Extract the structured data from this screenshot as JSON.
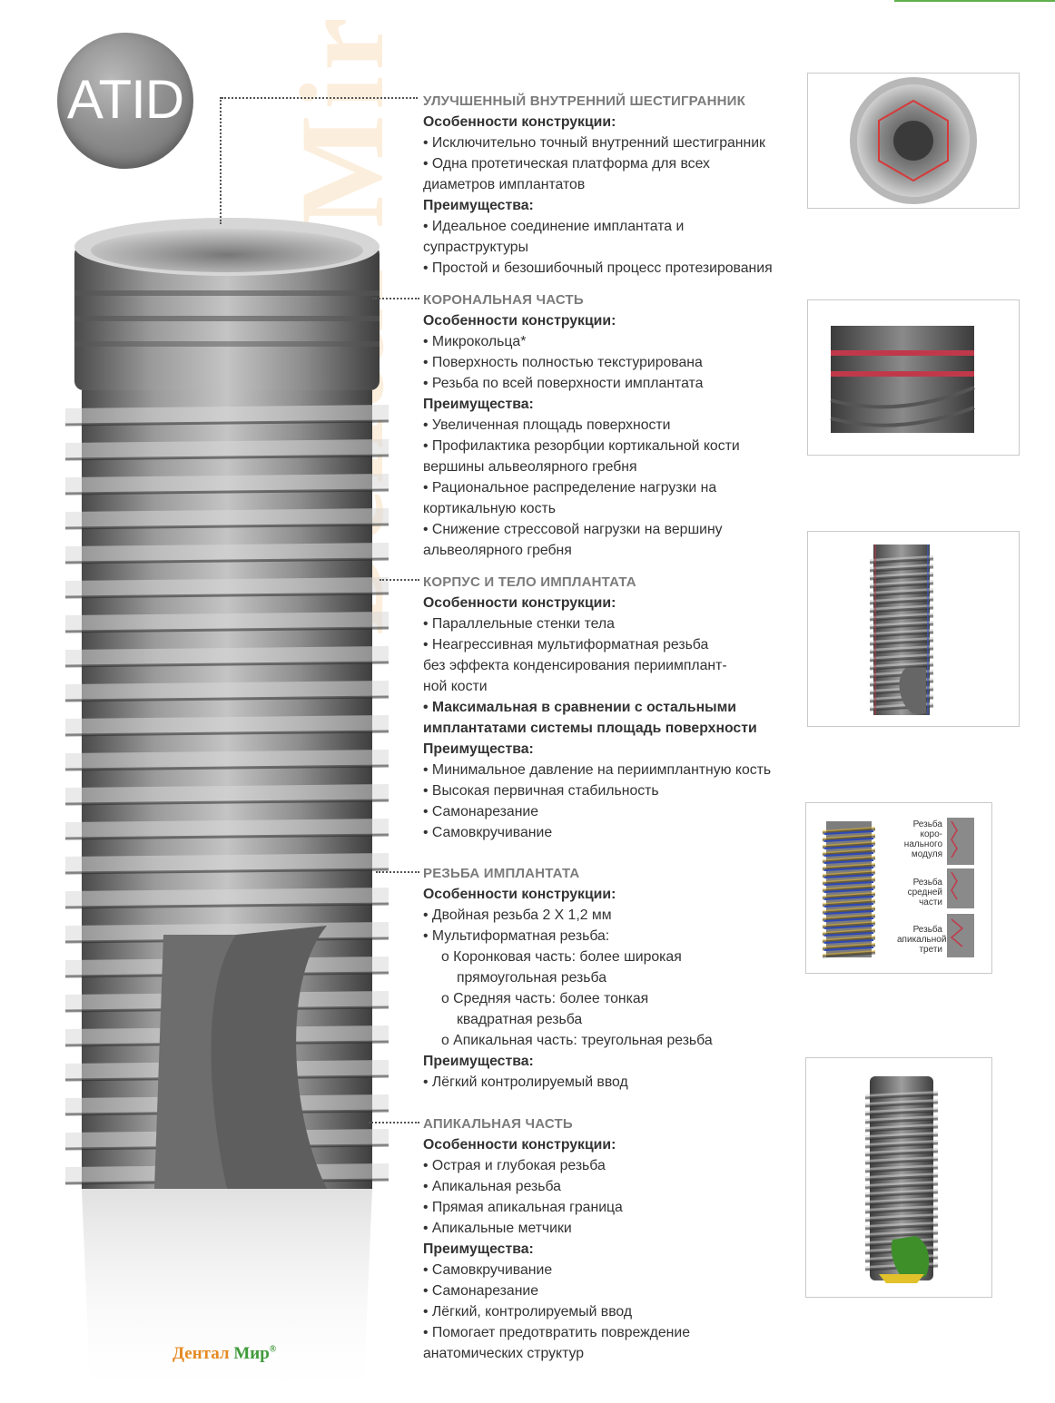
{
  "badge": {
    "text": "ATID"
  },
  "sections": [
    {
      "title": "УЛУЧШЕННЫЙ ВНУТРЕННИЙ ШЕСТИГРАННИК",
      "lines": [
        {
          "text": "Особенности конструкции:",
          "type": "sub"
        },
        {
          "text": "• Исключительно точный внутренний шестигранник",
          "type": "item"
        },
        {
          "text": "• Одна протетическая платформа для всех",
          "type": "item"
        },
        {
          "text": "диаметров имплантатов",
          "type": "item"
        },
        {
          "text": "Преимущества:",
          "type": "sub"
        },
        {
          "text": "• Идеальное соединение имплантата и",
          "type": "item"
        },
        {
          "text": "супраструктуры",
          "type": "item"
        },
        {
          "text": "• Простой и безошибочный процесс протезирования",
          "type": "item"
        }
      ]
    },
    {
      "title": "КОРОНАЛЬНАЯ ЧАСТЬ",
      "lines": [
        {
          "text": "Особенности конструкции:",
          "type": "sub"
        },
        {
          "text": "• Микрокольца*",
          "type": "item"
        },
        {
          "text": "• Поверхность полностью текстурирована",
          "type": "item"
        },
        {
          "text": "• Резьба по всей поверхности имплантата",
          "type": "item"
        },
        {
          "text": "Преимущества:",
          "type": "sub"
        },
        {
          "text": "• Увеличенная площадь поверхности",
          "type": "item"
        },
        {
          "text": "• Профилактика резорбции кортикальной кости",
          "type": "item"
        },
        {
          "text": "вершины альвеолярного гребня",
          "type": "item"
        },
        {
          "text": "• Рациональное распределение нагрузки на",
          "type": "item"
        },
        {
          "text": "кортикальную кость",
          "type": "item"
        },
        {
          "text": "• Снижение стрессовой нагрузки на вершину",
          "type": "item"
        },
        {
          "text": "альвеолярного гребня",
          "type": "item"
        }
      ]
    },
    {
      "title": "КОРПУС И ТЕЛО ИМПЛАНТАТА",
      "lines": [
        {
          "text": "Особенности конструкции:",
          "type": "sub"
        },
        {
          "text": "•  Параллельные стенки тела",
          "type": "item"
        },
        {
          "text": "•  Неагрессивная мультиформатная резьба",
          "type": "item"
        },
        {
          "text": " без эффекта конденсирования периимплант-",
          "type": "item"
        },
        {
          "text": "ной кости",
          "type": "item"
        },
        {
          "text": "•  Максимальная в сравнении с остальными",
          "type": "bold"
        },
        {
          "text": "имплантатами системы площадь поверхности",
          "type": "bold"
        },
        {
          "text": "Преимущества:",
          "type": "sub"
        },
        {
          "text": "•  Минимальное давление на периимплантную кость",
          "type": "item"
        },
        {
          "text": "• Высокая первичная стабильность",
          "type": "item"
        },
        {
          "text": "• Самонарезание",
          "type": "item"
        },
        {
          "text": "• Самовкручивание",
          "type": "item"
        }
      ]
    },
    {
      "title": "РЕЗЬБА ИМПЛАНТАТА",
      "lines": [
        {
          "text": "Особенности конструкции:",
          "type": "sub"
        },
        {
          "text": "• Двойная резьба 2 Х 1,2 мм",
          "type": "item"
        },
        {
          "text": "• Мультиформатная резьба:",
          "type": "item"
        },
        {
          "text": "o  Коронковая часть: более широкая",
          "type": "o1"
        },
        {
          "text": "прямоугольная резьба",
          "type": "o2"
        },
        {
          "text": "o Средняя часть: более тонкая",
          "type": "o1"
        },
        {
          "text": "квадратная резьба",
          "type": "o2"
        },
        {
          "text": "o Апикальная часть: треугольная резьба",
          "type": "o1"
        },
        {
          "text": "Преимущества:",
          "type": "sub"
        },
        {
          "text": "• Лёгкий контролируемый ввод",
          "type": "item"
        }
      ]
    },
    {
      "title": "АПИКАЛЬНАЯ ЧАСТЬ",
      "lines": [
        {
          "text": "Особенности конструкции:",
          "type": "sub"
        },
        {
          "text": "•  Острая и глубокая резьба",
          "type": "item"
        },
        {
          "text": "• Апикальная резьба",
          "type": "item"
        },
        {
          "text": "• Прямая апикальная граница",
          "type": "item"
        },
        {
          "text": "• Апикальные метчики",
          "type": "item"
        },
        {
          "text": "Преимущества:",
          "type": "sub"
        },
        {
          "text": "• Самовкручивание",
          "type": "item"
        },
        {
          "text": "• Самонарезание",
          "type": "item"
        },
        {
          "text": "• Лёгкий, контролируемый ввод",
          "type": "item"
        },
        {
          "text": "• Помогает предотвратить повреждение",
          "type": "item"
        },
        {
          "text": "анатомических структур",
          "type": "item"
        }
      ]
    }
  ],
  "zone_labels": [
    "Резьба\nкоро-\nнального\nмодуля",
    "Резьба\nсредней\nчасти",
    "Резьба\nапикальной\nтрети"
  ],
  "brand": {
    "part1": "Дентал",
    "part2": "Мир",
    "mark": "®"
  },
  "watermark": "Dental Mir ®"
}
